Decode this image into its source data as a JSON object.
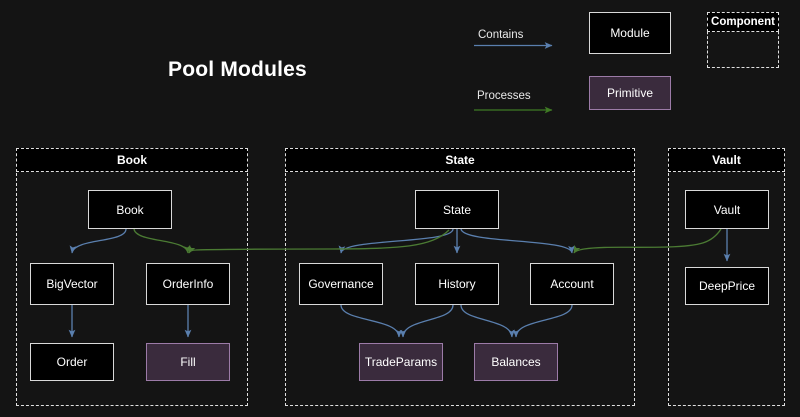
{
  "diagram": {
    "title": "Pool Modules",
    "background_color": "#141414",
    "colors": {
      "contains_edge": "#5a7fae",
      "processes_edge": "#3c6b2a",
      "module_fill": "#000000",
      "module_border": "#d9d9d9",
      "primitive_fill": "#3a2b3d",
      "primitive_border": "#9c7ba8",
      "group_border": "#e0e0e0",
      "text": "#ffffff"
    }
  },
  "legend": {
    "contains_label": "Contains",
    "processes_label": "Processes",
    "module_label": "Module",
    "primitive_label": "Primitive",
    "component_label": "Component"
  },
  "groups": [
    {
      "id": "book",
      "label": "Book"
    },
    {
      "id": "state",
      "label": "State"
    },
    {
      "id": "vault",
      "label": "Vault"
    }
  ],
  "nodes": [
    {
      "id": "book",
      "label": "Book",
      "type": "module",
      "group": "book"
    },
    {
      "id": "bigvector",
      "label": "BigVector",
      "type": "module",
      "group": "book"
    },
    {
      "id": "orderinfo",
      "label": "OrderInfo",
      "type": "module",
      "group": "book"
    },
    {
      "id": "order",
      "label": "Order",
      "type": "module",
      "group": "book"
    },
    {
      "id": "fill",
      "label": "Fill",
      "type": "primitive",
      "group": "book"
    },
    {
      "id": "state",
      "label": "State",
      "type": "module",
      "group": "state"
    },
    {
      "id": "governance",
      "label": "Governance",
      "type": "module",
      "group": "state"
    },
    {
      "id": "history",
      "label": "History",
      "type": "module",
      "group": "state"
    },
    {
      "id": "account",
      "label": "Account",
      "type": "module",
      "group": "state"
    },
    {
      "id": "tradeparams",
      "label": "TradeParams",
      "type": "primitive",
      "group": "state"
    },
    {
      "id": "balances",
      "label": "Balances",
      "type": "primitive",
      "group": "state"
    },
    {
      "id": "vault",
      "label": "Vault",
      "type": "module",
      "group": "vault"
    },
    {
      "id": "deepprice",
      "label": "DeepPrice",
      "type": "module",
      "group": "vault"
    }
  ],
  "edges": [
    {
      "from": "book",
      "to": "bigvector",
      "kind": "contains"
    },
    {
      "from": "bigvector",
      "to": "order",
      "kind": "contains"
    },
    {
      "from": "orderinfo",
      "to": "fill",
      "kind": "contains"
    },
    {
      "from": "book",
      "to": "orderinfo",
      "kind": "processes"
    },
    {
      "from": "state",
      "to": "governance",
      "kind": "contains"
    },
    {
      "from": "state",
      "to": "history",
      "kind": "contains"
    },
    {
      "from": "state",
      "to": "account",
      "kind": "contains"
    },
    {
      "from": "state",
      "to": "account",
      "kind": "processes"
    },
    {
      "from": "governance",
      "to": "tradeparams",
      "kind": "contains"
    },
    {
      "from": "history",
      "to": "tradeparams",
      "kind": "contains"
    },
    {
      "from": "history",
      "to": "balances",
      "kind": "contains"
    },
    {
      "from": "account",
      "to": "balances",
      "kind": "contains"
    },
    {
      "from": "state",
      "to": "orderinfo",
      "kind": "processes"
    },
    {
      "from": "vault",
      "to": "deepprice",
      "kind": "contains"
    },
    {
      "from": "vault",
      "to": "account",
      "kind": "processes"
    }
  ]
}
